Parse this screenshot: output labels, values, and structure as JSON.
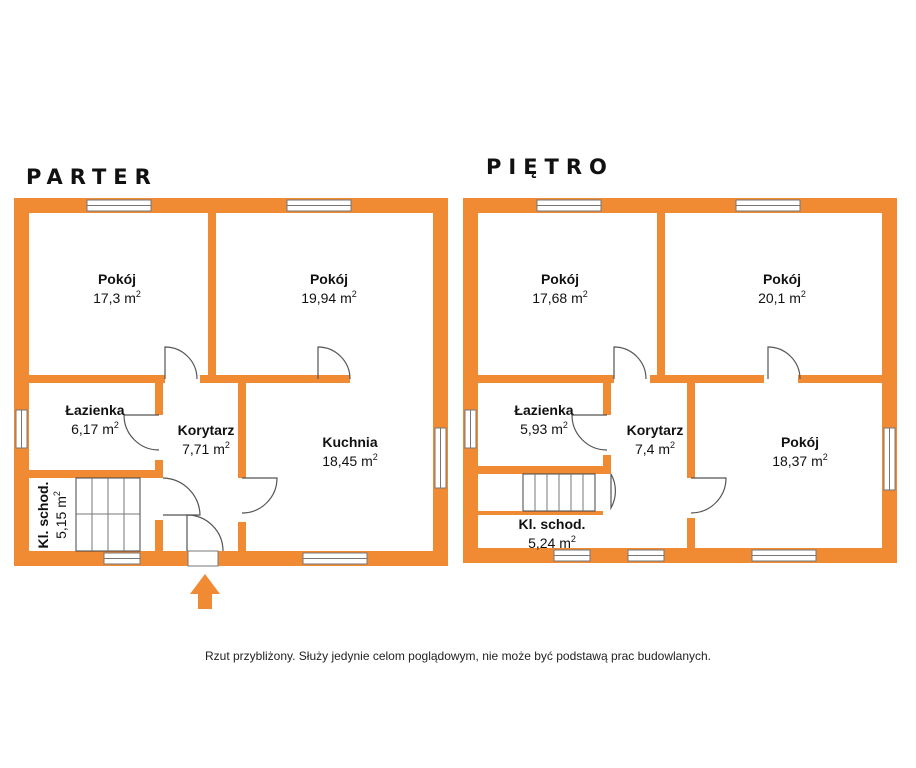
{
  "floors": {
    "parter": {
      "title": "PARTER",
      "rooms": {
        "pokoj1": {
          "name": "Pokój",
          "area": "17,3 m",
          "sup": "2"
        },
        "pokoj2": {
          "name": "Pokój",
          "area": "19,94 m",
          "sup": "2"
        },
        "lazienka": {
          "name": "Łazienka",
          "area": "6,17 m",
          "sup": "2"
        },
        "korytarz": {
          "name": "Korytarz",
          "area": "7,71 m",
          "sup": "2"
        },
        "kuchnia": {
          "name": "Kuchnia",
          "area": "18,45 m",
          "sup": "2"
        },
        "klatka": {
          "name": "Kl. schod.",
          "area": "5,15 m",
          "sup": "2"
        }
      }
    },
    "pietro": {
      "title": "PIĘTRO",
      "rooms": {
        "pokoj1": {
          "name": "Pokój",
          "area": "17,68 m",
          "sup": "2"
        },
        "pokoj2": {
          "name": "Pokój",
          "area": "20,1 m",
          "sup": "2"
        },
        "lazienka": {
          "name": "Łazienka",
          "area": "5,93 m",
          "sup": "2"
        },
        "korytarz": {
          "name": "Korytarz",
          "area": "7,4 m",
          "sup": "2"
        },
        "pokoj3": {
          "name": "Pokój",
          "area": "18,37 m",
          "sup": "2"
        },
        "klatka": {
          "name": "Kl. schod.",
          "area": "5,24 m",
          "sup": "2"
        }
      }
    }
  },
  "disclaimer": "Rzut przybliżony. Służy jedynie celom poglądowym, nie może być podstawą prac budowlanych.",
  "colors": {
    "wall": "#F08A33",
    "window": "#ffffff",
    "line": "#555555"
  },
  "icons": {
    "entrance": "entrance-arrow-icon"
  }
}
